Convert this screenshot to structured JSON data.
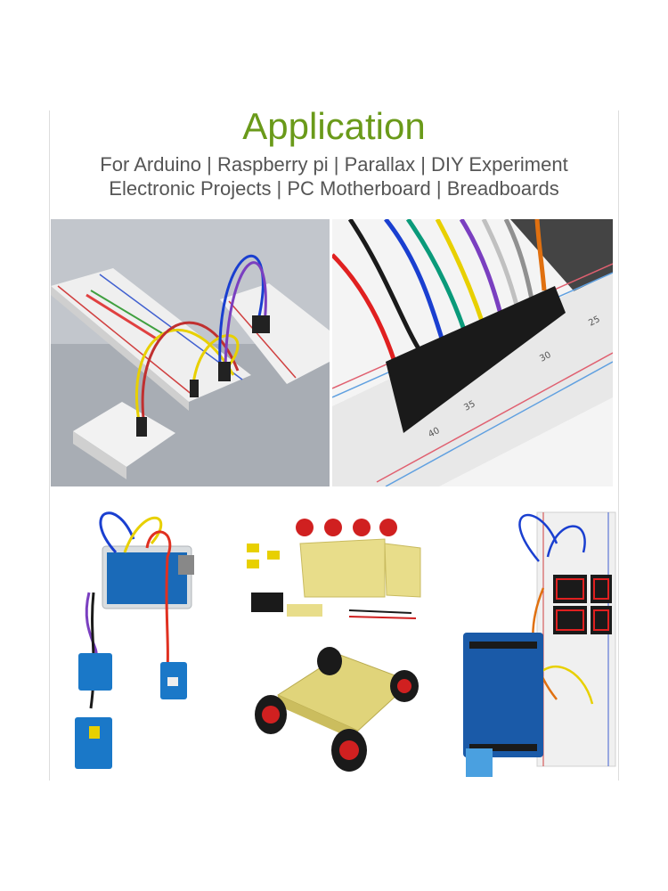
{
  "heading": {
    "title": "Application",
    "line1": "For Arduino | Raspberry pi | Parallax | DIY Experiment",
    "line2": "Electronic Projects | PC Motherboard | Breadboards"
  },
  "photos": [
    {
      "name": "breadboards-with-jumper-wires"
    },
    {
      "name": "jumper-wire-connectors-closeup",
      "scale_labels": [
        "35",
        "30",
        "25",
        "40"
      ]
    },
    {
      "name": "arduino-with-sensor-modules"
    },
    {
      "name": "robot-car-chassis-kit"
    },
    {
      "name": "arduino-seven-segment-breadboard"
    }
  ],
  "colors": {
    "title": "#6a9a1a",
    "subtitle": "#555555",
    "wire_colors": [
      "#e02020",
      "#1a1a1a",
      "#1a3fd0",
      "#0a9a7a",
      "#e8d000",
      "#7a3fc0",
      "#c0c0c0",
      "#909090",
      "#e07010"
    ]
  }
}
